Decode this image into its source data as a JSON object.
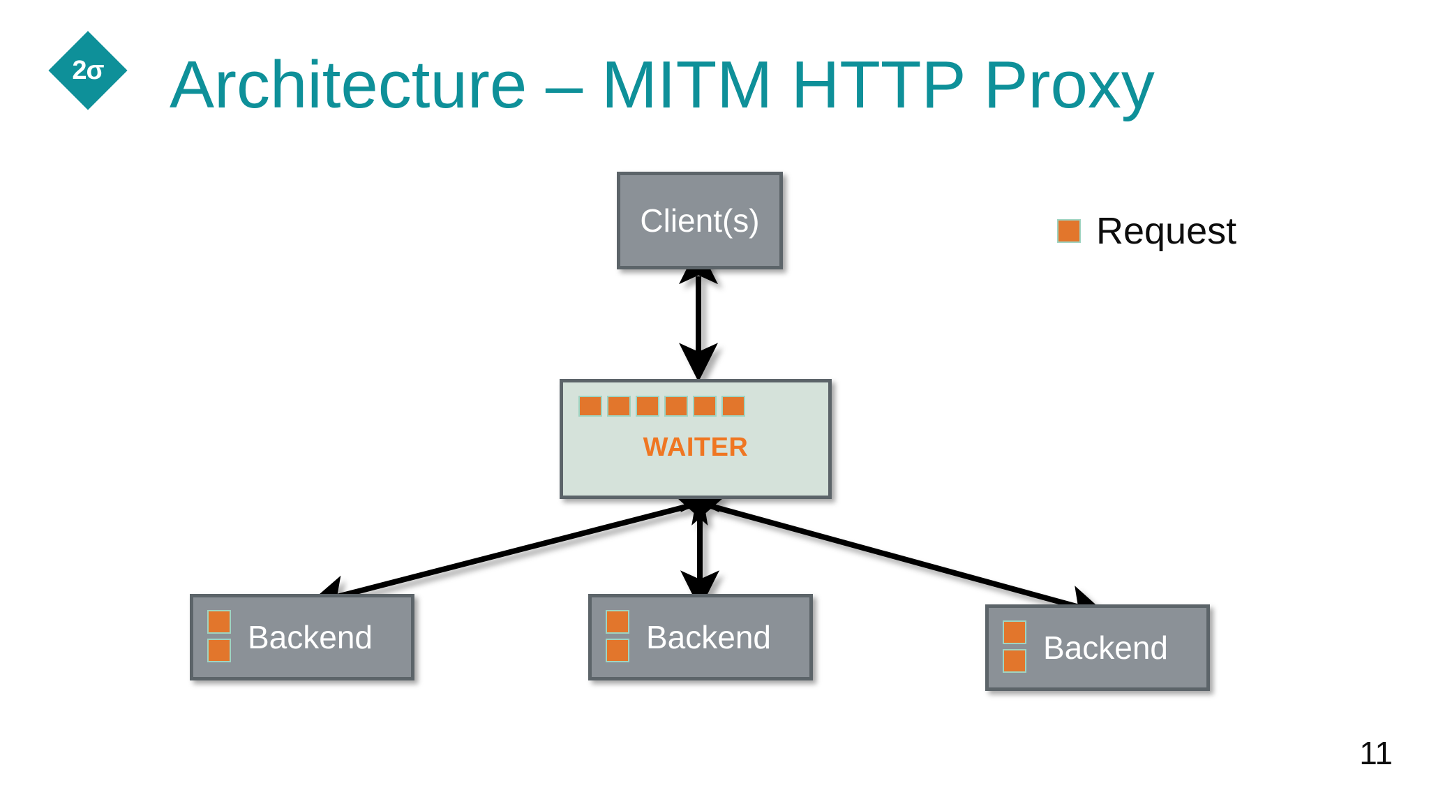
{
  "slide": {
    "title": "Architecture – MITM HTTP Proxy",
    "page_number": "11",
    "logo_text": "2σ"
  },
  "colors": {
    "accent_teal": "#0e9099",
    "node_gray": "#8b9197",
    "node_border": "#5c6469",
    "waiter_fill": "#d5e2da",
    "request_orange": "#e2762c",
    "request_border": "#9ed4c2",
    "waiter_text": "#ef7622",
    "text_dark": "#0d0d0d"
  },
  "diagram": {
    "client": {
      "label": "Client(s)"
    },
    "waiter": {
      "label": "WAITER",
      "queue_slots": [
        "request",
        "request",
        "request",
        "request",
        "request",
        "request"
      ]
    },
    "backends": [
      {
        "label": "Backend",
        "slots": [
          "request",
          "request"
        ]
      },
      {
        "label": "Backend",
        "slots": [
          "request",
          "request"
        ]
      },
      {
        "label": "Backend",
        "slots": [
          "request",
          "request"
        ]
      }
    ],
    "connections": [
      {
        "from": "client",
        "to": "waiter",
        "style": "double-arrow"
      },
      {
        "from": "waiter",
        "to": "backend-1",
        "style": "double-arrow"
      },
      {
        "from": "waiter",
        "to": "backend-2",
        "style": "double-arrow"
      },
      {
        "from": "waiter",
        "to": "backend-3",
        "style": "double-arrow"
      }
    ]
  },
  "legend": {
    "items": [
      {
        "label": "Request",
        "swatch": "request-orange"
      }
    ]
  }
}
